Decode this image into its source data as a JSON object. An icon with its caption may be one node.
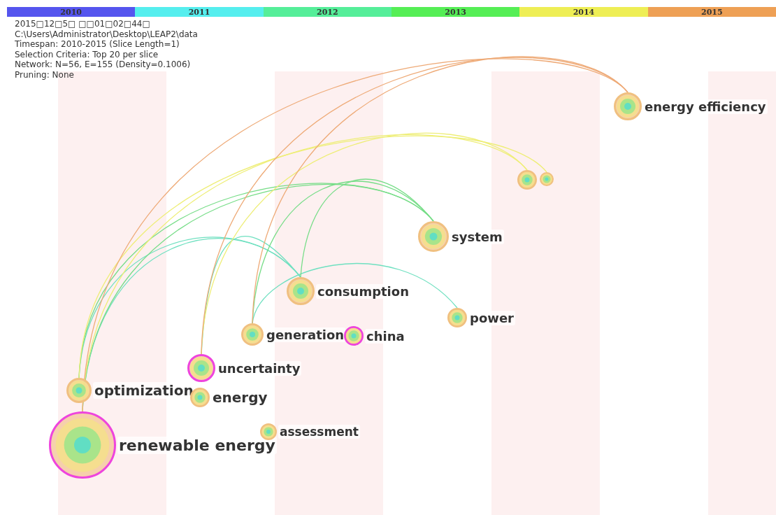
{
  "diagram": {
    "nodes": [
      {
        "text": [
          "optimization"
        ]
      },
      {
        "text": [
          "renewable energy"
        ]
      },
      {
        "text": [
          "energy"
        ]
      },
      {
        "text": [
          "assessment"
        ]
      },
      {
        "text": [
          "generation"
        ]
      },
      {
        "text": [
          "china"
        ]
      },
      {
        "text": [
          "uncertainty"
        ]
      },
      {
        "text": [
          "consumption"
        ]
      },
      {
        "text": [
          "power"
        ]
      },
      {
        "text": [
          "system"
        ]
      },
      {
        "text": [],
        "shape": "circle"
      },
      {
        "text": [],
        "shape": "circle"
      },
      {
        "text": [
          "energy efficiency"
        ]
      }
    ],
    "edges": [
      {
        "from": 0,
        "to": 7,
        "arrow": "none",
        "color": "#6fe0c0"
      },
      {
        "from": 1,
        "to": 7,
        "arrow": "none",
        "color": "#6fe0c0"
      },
      {
        "from": 4,
        "to": 8,
        "arrow": "none",
        "color": "#6fe0c0"
      },
      {
        "from": 6,
        "to": 7,
        "arrow": "none",
        "color": "#6fe0c0"
      },
      {
        "from": 1,
        "to": 9,
        "arrow": "none"
      },
      {
        "from": 0,
        "to": 9,
        "arrow": "none"
      },
      {
        "from": 4,
        "to": 9,
        "arrow": "none"
      },
      {
        "from": 7,
        "to": 9,
        "arrow": "none"
      },
      {
        "from": 1,
        "to": 10,
        "arrow": "none",
        "color": "#eeee77"
      },
      {
        "from": 6,
        "to": 10,
        "arrow": "none",
        "color": "#eeee77"
      },
      {
        "from": 0,
        "to": 11,
        "arrow": "none",
        "color": "#eeee77"
      },
      {
        "from": 1,
        "to": 12,
        "arrow": "none",
        "color": "#eeaa77"
      },
      {
        "from": 4,
        "to": 12,
        "arrow": "none",
        "color": "#eeaa77"
      },
      {
        "from": 6,
        "to": 12,
        "arrow": "none",
        "color": "#eeaa77"
      }
    ],
    "labels": [
      "2015□12□5□ □□01□02□44□",
      "C:\\Users\\Administrator\\Desktop\\LEAP2\\data",
      "Timespan: 2010-2015 (Slice Length=1)",
      "Selection Criteria: Top 20 per slice",
      "Network: N=56, E=155 (Density=0.1006)",
      "Pruning: None"
    ],
    "legend": [
      {
        "text": "2010",
        "color": "#5555ee"
      },
      {
        "text": "2011",
        "color": "#55eeee"
      },
      {
        "text": "2012",
        "color": "#55ee99"
      },
      {
        "text": "2013",
        "color": "#55ee55"
      },
      {
        "text": "2014",
        "color": "#eeee55"
      },
      {
        "text": "2015",
        "color": "#eea055"
      }
    ]
  }
}
